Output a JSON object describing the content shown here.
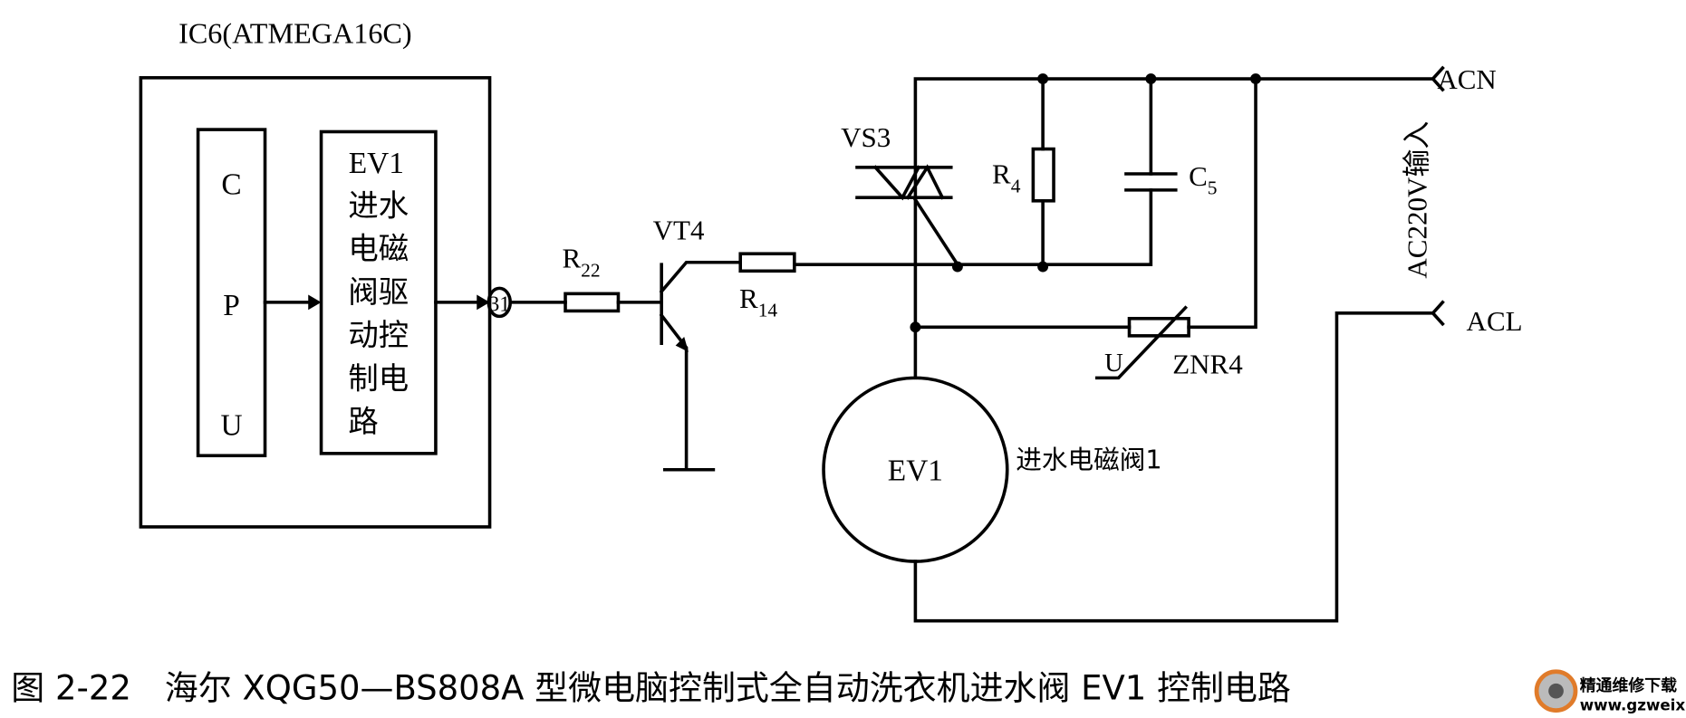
{
  "ic": {
    "title": "IC6(ATMEGA16C)",
    "cpu_letters": [
      "C",
      "P",
      "U"
    ],
    "driver_lines": [
      "EV1",
      "进水",
      "电磁",
      "阀驱",
      "动控",
      "制电",
      "路"
    ],
    "pin": "31"
  },
  "components": {
    "r22": {
      "main": "R",
      "sub": "22"
    },
    "vt4": "VT4",
    "r14": {
      "main": "R",
      "sub": "14"
    },
    "vs3": "VS3",
    "r4": {
      "main": "R",
      "sub": "4"
    },
    "c5": {
      "main": "C",
      "sub": "5"
    },
    "znr4": "ZNR4",
    "znr_u": "U",
    "ev1": "EV1",
    "ev1_desc": "进水电磁阀1"
  },
  "terminals": {
    "acn": "ACN",
    "acl": "ACL",
    "input_label": "AC220V输入"
  },
  "caption": "图 2-22　海尔 XQG50—BS808A 型微电脑控制式全自动洗衣机进水阀 EV1 控制电路",
  "watermark": {
    "line1": "精通维修下载",
    "line2": "www.gzweix.com",
    "color": "#c0392b"
  }
}
